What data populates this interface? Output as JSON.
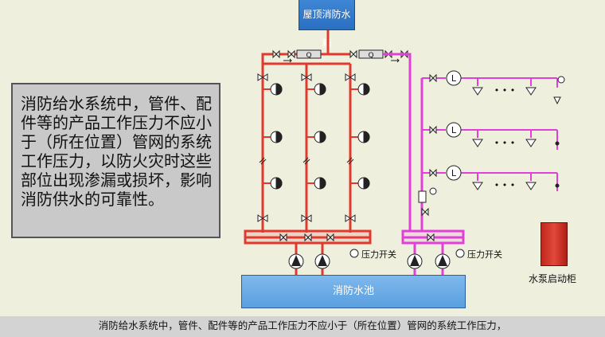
{
  "tank_label": "屋顶消防水箱",
  "pool_label": "消防水池",
  "main_text": "消防给水系统中，管件、配件等的产品工作压力不应小于（所在位置）管网的系统工作压力，以防火灾时这些部位出现渗漏或损坏，影响消防供水的可靠性。",
  "pressure_switch_left": "压力开关",
  "pressure_switch_right": "压力开关",
  "pump_cabinet_label": "水泵启动柜",
  "subtitle": "消防给水系统中，管件、配件等的产品工作压力不应小于（所在位置）管网的系统工作压力，",
  "flow_switch_letter": "Q",
  "alarm_valve_letter": "L",
  "ellipsis": "• • •",
  "colors": {
    "hydrant_pipe": "#e03a2e",
    "sprinkler_pipe": "#e040d8",
    "tank": "#2f7ad0",
    "pool": "#6aaae6",
    "text_box": "#c9c9c9",
    "cabinet": "#c8281e"
  }
}
